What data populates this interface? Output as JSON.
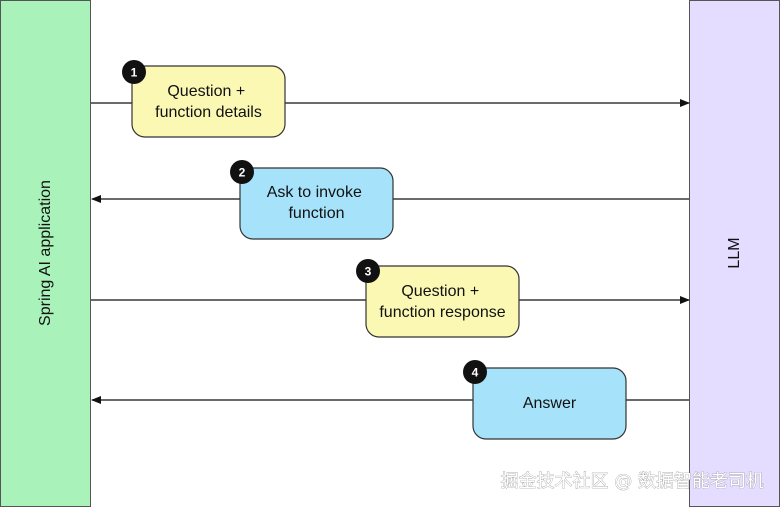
{
  "lanes": {
    "left": {
      "label": "Spring AI application",
      "fill": "#a9f2b9"
    },
    "right": {
      "label": "LLM",
      "fill": "#e4ddff"
    }
  },
  "messages": [
    {
      "step": "1",
      "direction": "right",
      "lines": [
        "Question +",
        "function details"
      ],
      "fill": "#fbf8b4"
    },
    {
      "step": "2",
      "direction": "left",
      "lines": [
        "Ask to invoke",
        "function"
      ],
      "fill": "#a6e3fb"
    },
    {
      "step": "3",
      "direction": "right",
      "lines": [
        "Question +",
        "function response"
      ],
      "fill": "#fbf8b4"
    },
    {
      "step": "4",
      "direction": "left",
      "lines": [
        "Answer"
      ],
      "fill": "#a6e3fb"
    }
  ],
  "watermark": "掘金技术社区 @ 数据智能老司机"
}
